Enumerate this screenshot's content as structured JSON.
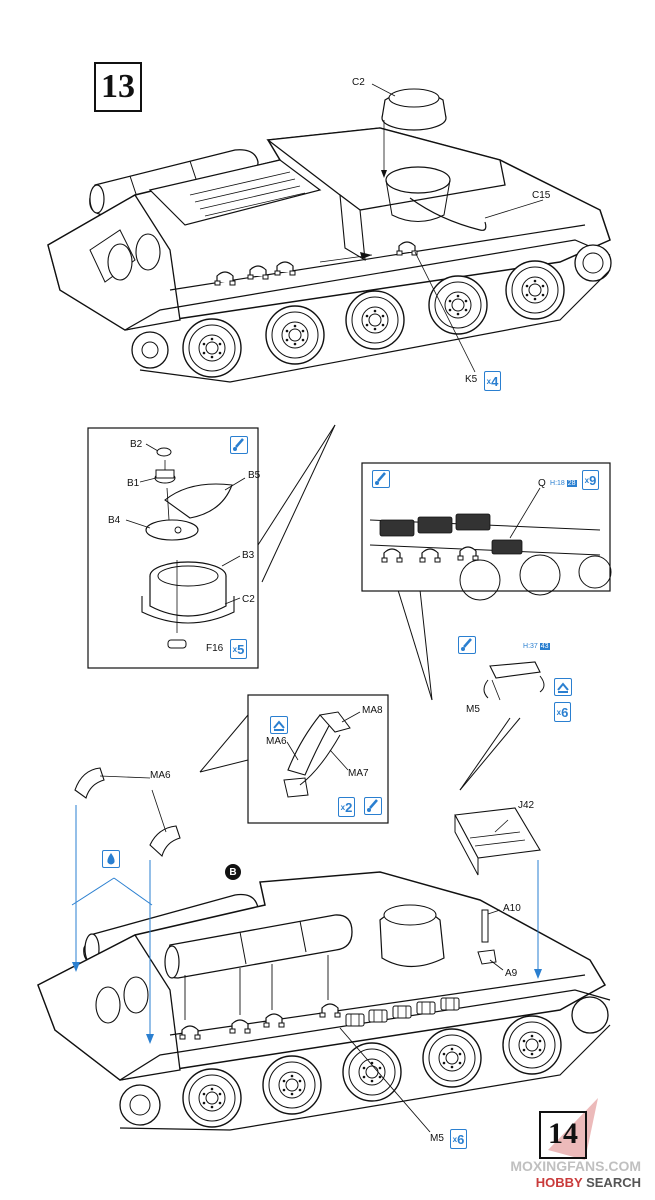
{
  "step": {
    "number": "13",
    "next_step": "14"
  },
  "labels": {
    "c2_top": "C2",
    "c15": "C15",
    "k5": "K5",
    "b2": "B2",
    "b1": "B1",
    "b5": "B5",
    "b4": "B4",
    "b3": "B3",
    "c2_inset": "C2",
    "f16": "F16",
    "q": "Q",
    "ma8": "MA8",
    "ma6_inset": "MA6",
    "ma7": "MA7",
    "m5_inset": "M5",
    "ma6_main": "MA6",
    "j42": "J42",
    "a10": "A10",
    "a9": "A9",
    "m5_main": "M5",
    "b_marker": "B"
  },
  "quantities": {
    "k5": "4",
    "f16": "5",
    "q": "9",
    "ma_assembly": "2",
    "m5_inset": "6",
    "m5_main": "6"
  },
  "sprue_refs": {
    "q": {
      "prefix": "H",
      "a": "18",
      "b": "28"
    },
    "m5": {
      "prefix": "H",
      "a": "37",
      "b": "43"
    }
  },
  "icons": [
    "glue-icon",
    "cement-drop-icon",
    "rotate-arrow-icon"
  ],
  "watermark": {
    "line1": "MOXINGFANS.COM",
    "line2_a": "HOBBY",
    "line2_b": "SEARCH"
  },
  "colors": {
    "accent": "#2a7fd0",
    "line": "#111111",
    "watermark": "#c93a3a"
  }
}
